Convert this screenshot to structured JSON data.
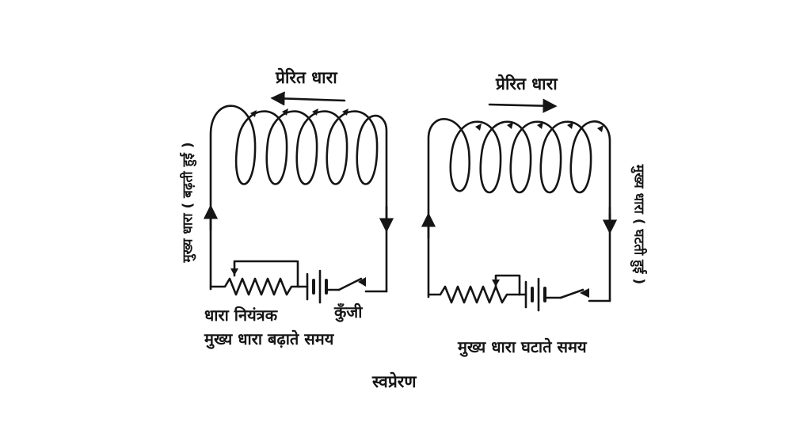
{
  "colors": {
    "ink": "#151515",
    "background": "#ffffff"
  },
  "left_circuit": {
    "induced_current_label": "प्रेरित धारा",
    "main_current_label": "मुख्य धारा ( बढ़ती हुई )",
    "rheostat_label": "धारा नियंत्रक",
    "key_label": "कुँजी",
    "caption": "मुख्य धारा बढ़ाते समय"
  },
  "right_circuit": {
    "induced_current_label": "प्रेरित धारा",
    "main_current_label": "मुख्य धारा ( घटती हुई )",
    "caption": "मुख्य धारा घटाते समय"
  },
  "figure_caption": "स्वप्रेरण"
}
